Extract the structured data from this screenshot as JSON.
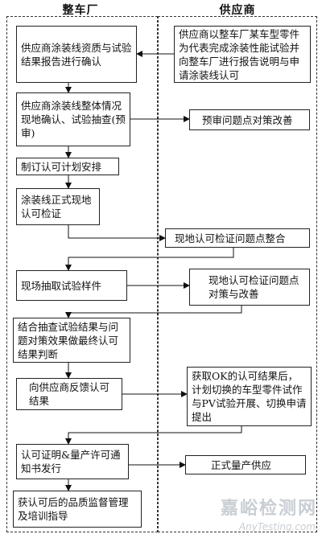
{
  "lanes": {
    "left_title": "整车厂",
    "right_title": "供应商"
  },
  "left_boxes": [
    "供应商涂装线资质与试验结果报告进行确认",
    "供应商涂装线整体情况现地确认、试验抽查(预审)",
    "制订认可计划安排",
    "涂装线正式现地认可检证",
    "现场抽取试验样件",
    "结合抽查试验结果与问题对策效果做最终认可结果判断",
    "向供应商反馈认可结果",
    "认可证明&量产许可通知书发行",
    "获认可后的品质监督管理及培训指导"
  ],
  "right_boxes": [
    "供应商以整车厂某车型零件为代表完成涂装性能试验并向整车厂进行报告说明与申请涂装线认可",
    "预审问题点对策改善",
    "现地认可检证问题点整合",
    "现地认可检证问题点对策与改善",
    "获取OK的认可结果后，计划切换的车型零件试作与PV试验开展、切换申请提出",
    "正式量产供应"
  ],
  "watermark": {
    "text": "嘉峪检测网",
    "sub": "AnyTesting.com"
  }
}
